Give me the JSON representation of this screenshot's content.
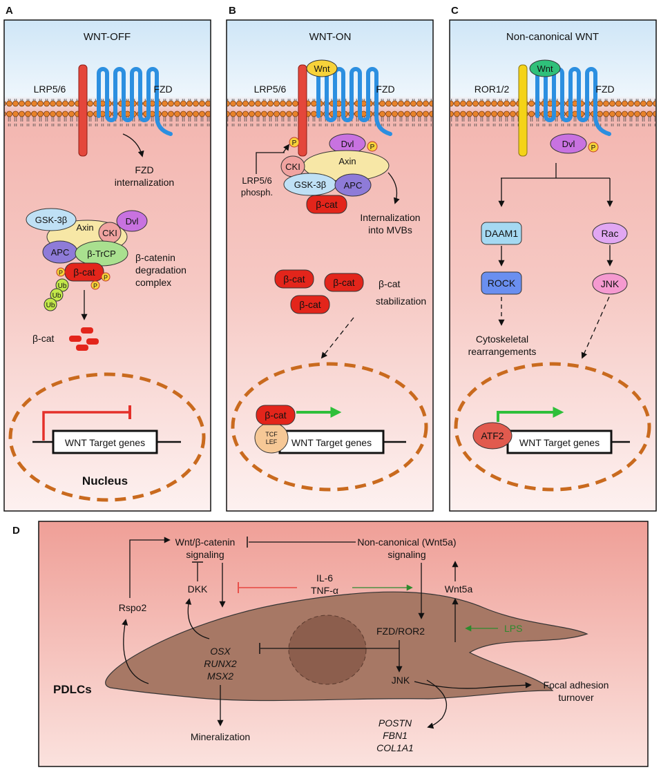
{
  "panels": {
    "A": {
      "letter": "A",
      "title": "WNT-OFF",
      "lrp": "LRP5/6",
      "fzd": "FZD",
      "internalization": [
        "FZD",
        "internalization"
      ],
      "complex": {
        "gsk": "GSK-3β",
        "axin": "Axin",
        "cki": "CKI",
        "dvl": "Dvl",
        "apc": "APC",
        "btrcp": "β-TrCP",
        "bcat": "β-cat",
        "p": "P",
        "ub": "Ub"
      },
      "complex_label": [
        "β-catenin",
        "degradation",
        "complex"
      ],
      "bcat_label": "β-cat",
      "target": "WNT Target genes",
      "nucleus": "Nucleus"
    },
    "B": {
      "letter": "B",
      "title": "WNT-ON",
      "lrp": "LRP5/6",
      "fzd": "FZD",
      "wnt": "Wnt",
      "dvl": "Dvl",
      "cki": "CKI",
      "axin": "Axin",
      "gsk": "GSK-3β",
      "apc": "APC",
      "bcat": "β-cat",
      "p": "P",
      "phosph": [
        "LRP5/6",
        "phosph."
      ],
      "mvb": [
        "Internalization",
        "into MVBs"
      ],
      "stab": [
        "β-cat",
        "stabilization"
      ],
      "tcf": [
        "TCF",
        "LEF"
      ],
      "target": "WNT Target genes"
    },
    "C": {
      "letter": "C",
      "title": "Non-canonical WNT",
      "ror": "ROR1/2",
      "fzd": "FZD",
      "wnt": "Wnt",
      "dvl": "Dvl",
      "p": "P",
      "daam": "DAAM1",
      "rock": "ROCK",
      "rac": "Rac",
      "jnk": "JNK",
      "cyto": [
        "Cytoskeletal",
        "rearrangements"
      ],
      "atf": "ATF2",
      "target": "WNT Target genes"
    },
    "D": {
      "letter": "D",
      "wnt_bcat": [
        "Wnt/β-catenin",
        "signaling"
      ],
      "noncanon": [
        "Non-canonical (Wnt5a)",
        "signaling"
      ],
      "il6": "IL-6",
      "tnf": "TNF-α",
      "wnt5a": "Wnt5a",
      "lps": "LPS",
      "dkk": "DKK",
      "rspo2": "Rspo2",
      "fzdror2": "FZD/ROR2",
      "osx": "OSX",
      "runx2": "RUNX2",
      "msx2": "MSX2",
      "jnk": "JNK",
      "focal": [
        "Focal adhesion",
        "turnover"
      ],
      "pdlcs": "PDLCs",
      "mineralization": "Mineralization",
      "genes": [
        "POSTN",
        "FBN1",
        "COL1A1"
      ]
    }
  },
  "colors": {
    "membrane_head": "#e8822a",
    "receptor_lrp": "#e4473b",
    "receptor_fzd": "#2c8fe0",
    "bcat": "#e3251b",
    "inhibit_red": "#e4302a",
    "activate_green": "#2fbf3a",
    "nucleus_border": "#c96a1e",
    "cell_body": "#a77865",
    "d_green": "#2d8a2d"
  }
}
